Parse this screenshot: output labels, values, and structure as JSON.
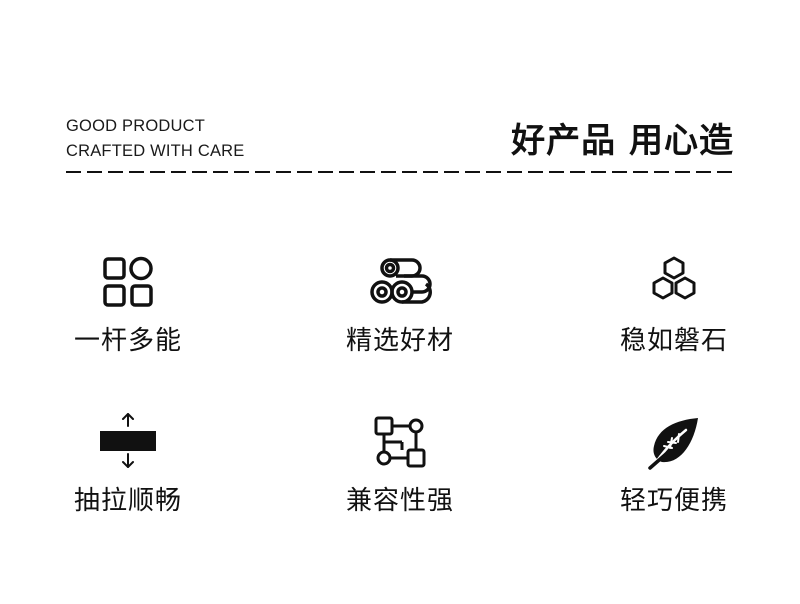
{
  "header": {
    "tagline_line1": "GOOD PRODUCT",
    "tagline_line2": "CRAFTED WITH CARE",
    "headline": "好产品 用心造"
  },
  "features": [
    {
      "label": "一杆多能",
      "icon": "grid-squares-icon"
    },
    {
      "label": "精选好材",
      "icon": "pipes-icon"
    },
    {
      "label": "稳如磐石",
      "icon": "hexagons-icon"
    },
    {
      "label": "抽拉顺畅",
      "icon": "slide-arrows-icon"
    },
    {
      "label": "兼容性强",
      "icon": "connected-nodes-icon"
    },
    {
      "label": "轻巧便携",
      "icon": "leaf-icon"
    }
  ]
}
